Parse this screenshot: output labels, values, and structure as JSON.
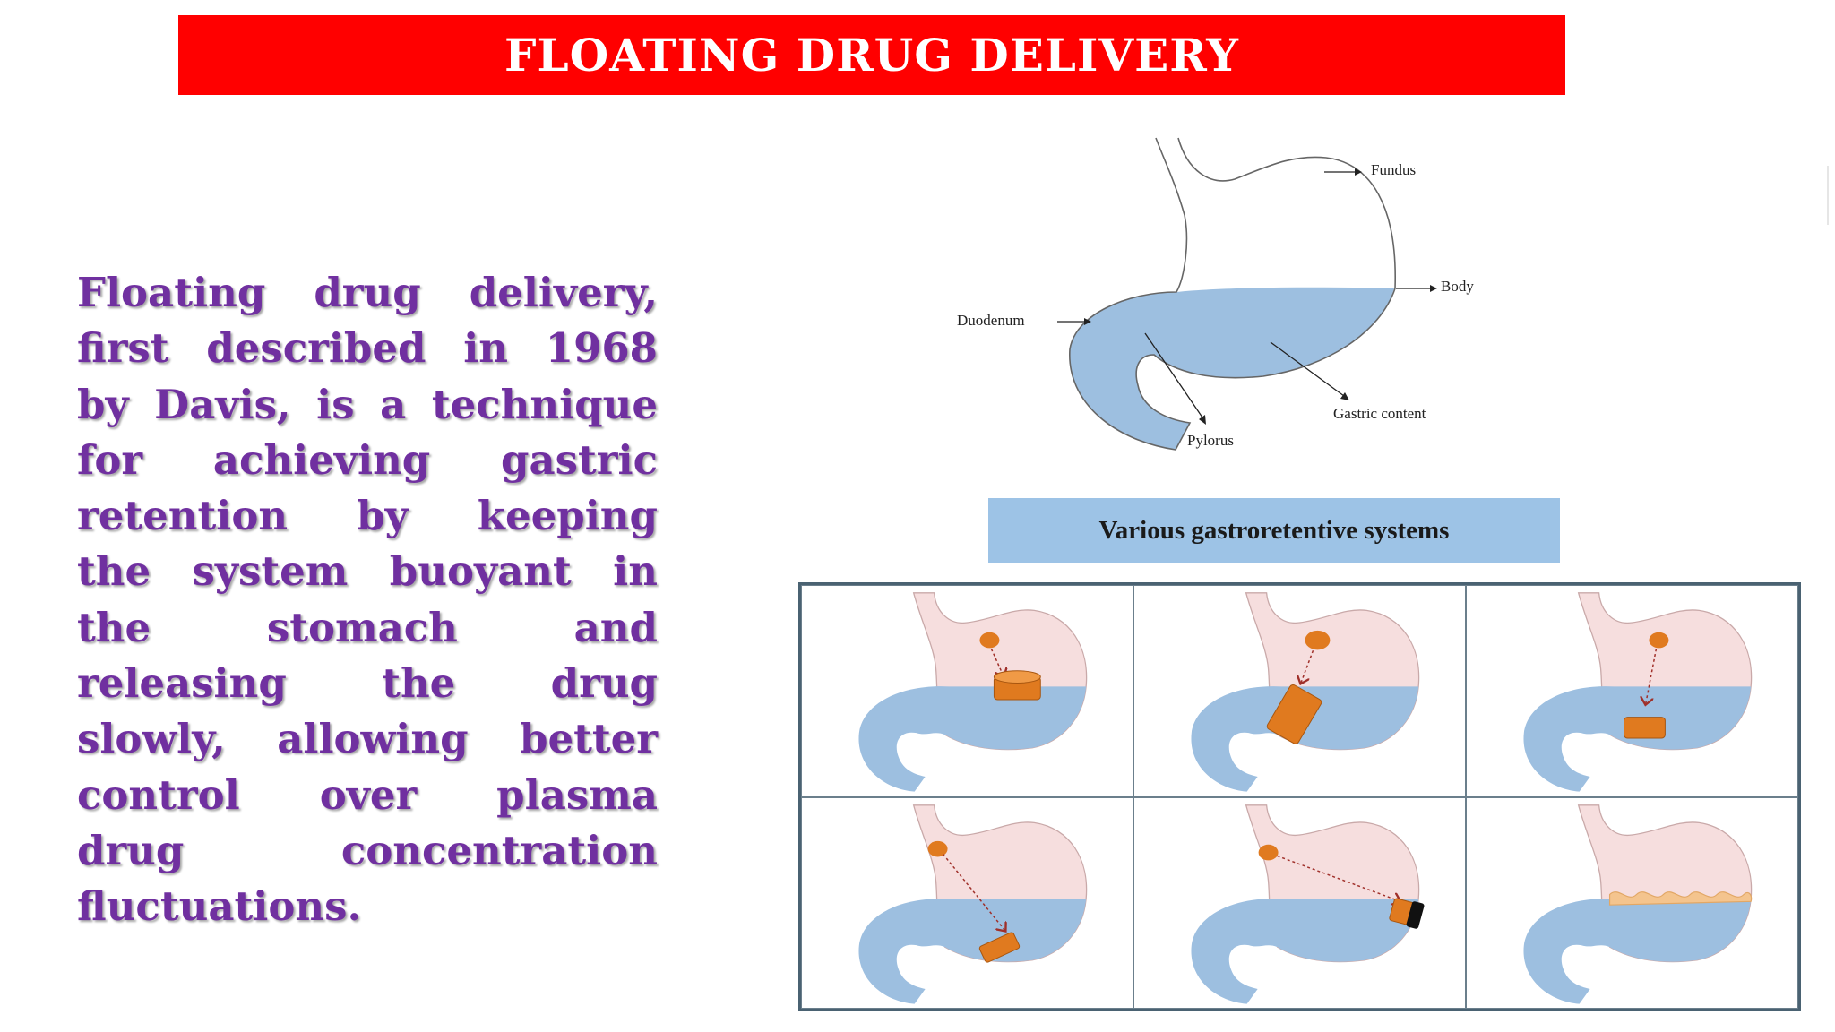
{
  "slide": {
    "title": "FLOATING DRUG DELIVERY",
    "body_lines": [
      "Floating drug delivery,",
      "first described in 1968",
      "by Davis, is a technique",
      "for achieving gastric",
      "retention by keeping",
      "the system buoyant in",
      "the stomach and",
      "releasing the drug",
      "slowly, allowing better",
      "control over plasma",
      "drug concentration",
      "fluctuations."
    ],
    "colors": {
      "title_bg": "#ff0000",
      "title_text": "#ffffff",
      "body_text": "#7030a0",
      "banner_bg": "#9dc3e6",
      "gastric_fluid": "#9dbfe0",
      "stomach_wall": "#f6dede",
      "tablet": "#e07a1f"
    }
  },
  "stomach_diagram": {
    "labels": {
      "fundus": "Fundus",
      "body": "Body",
      "duodenum": "Duodenum",
      "gastric_content": "Gastric content",
      "pylorus": "Pylorus"
    }
  },
  "systems_panel": {
    "banner": "Various gastroretentive systems",
    "cells": [
      {
        "name": "floating-cylinder-tablet"
      },
      {
        "name": "tilted-tablet"
      },
      {
        "name": "sinking-tablet"
      },
      {
        "name": "sunk-tablet"
      },
      {
        "name": "wall-adhesive-tablet"
      },
      {
        "name": "raft-layer"
      }
    ]
  }
}
